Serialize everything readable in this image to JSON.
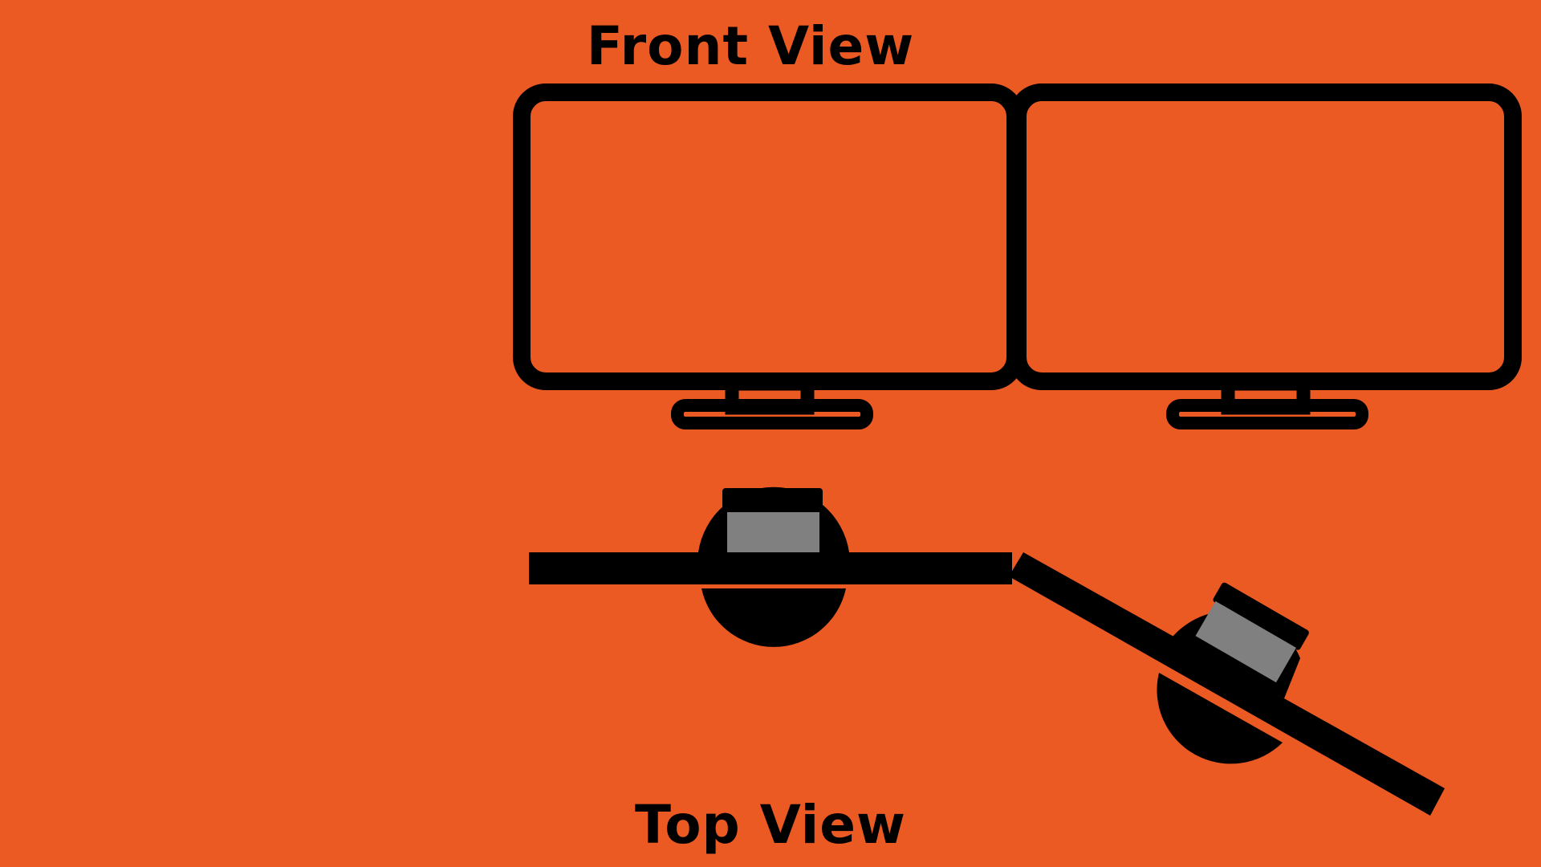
{
  "page": {
    "background_color": "#EC5A24",
    "front_view_title": "Front View",
    "top_view_title": "Top View"
  },
  "colors": {
    "outline": "#000000",
    "base_insert": "#808080"
  },
  "front_view": {
    "monitors": [
      {
        "name": "left-monitor"
      },
      {
        "name": "right-monitor"
      }
    ]
  },
  "top_view": {
    "monitors": [
      {
        "name": "left-monitor-top",
        "angle": "straight"
      },
      {
        "name": "right-monitor-top",
        "angle": "angled"
      }
    ]
  }
}
